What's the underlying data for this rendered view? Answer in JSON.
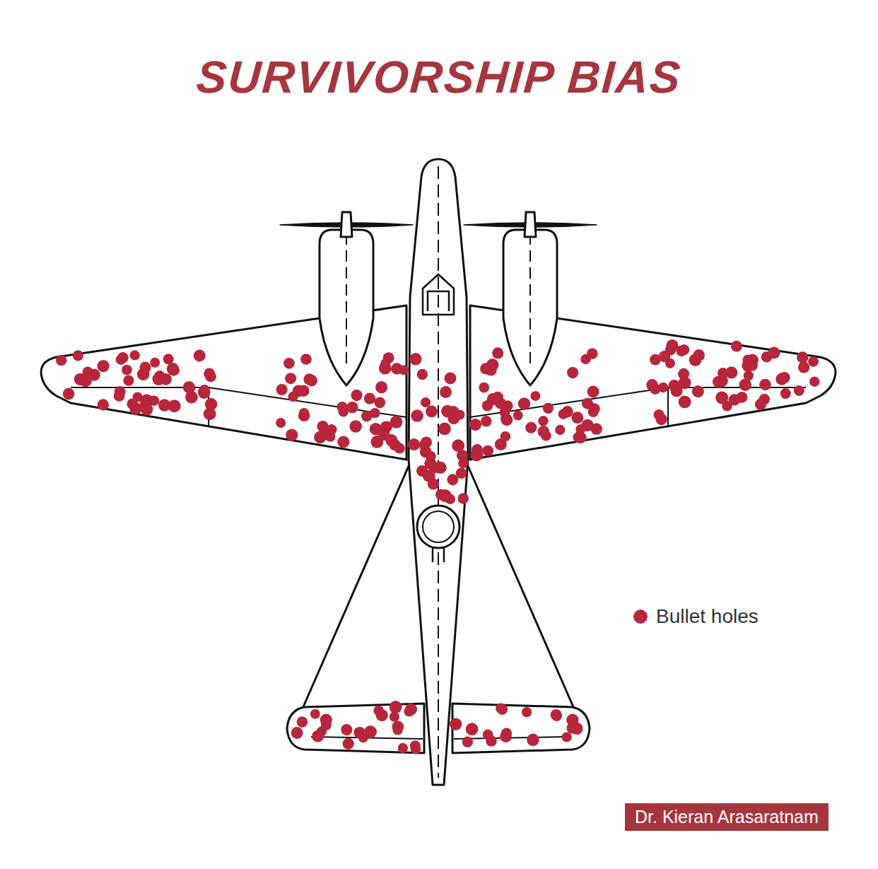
{
  "diagram": {
    "title": "SURVIVORSHIP BIAS",
    "nodes": [
      {
        "text": [
          "Dr. Kieran Arasaratnam"
        ]
      }
    ],
    "legend": [
      {
        "text": "Bullet holes",
        "color": "#b8263b"
      }
    ]
  }
}
